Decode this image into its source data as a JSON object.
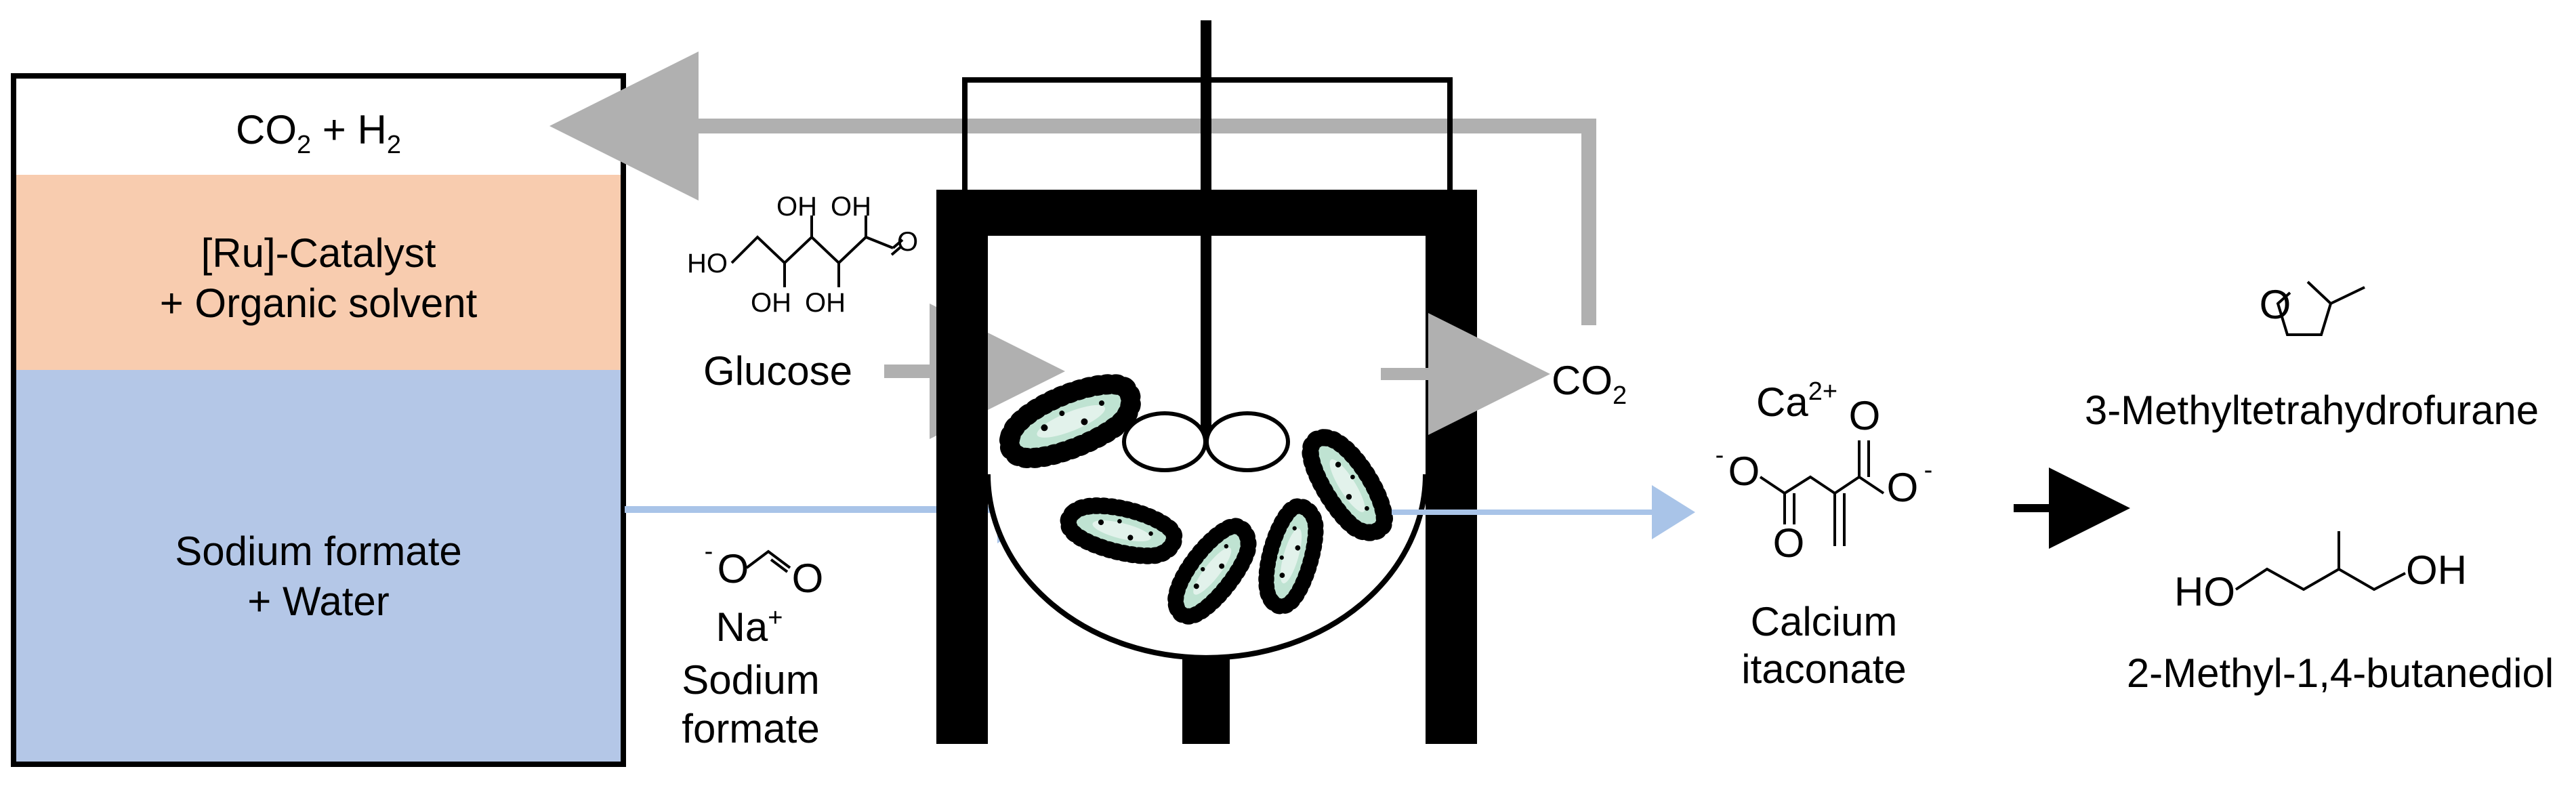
{
  "tank": {
    "gas_layer": "CO",
    "gas_sub": "2",
    "gas_plus": " + H",
    "h2_sub": "2",
    "catalyst_line1": "[Ru]-Catalyst",
    "catalyst_line2": "+ Organic solvent",
    "aqueous_line1": "Sodium formate",
    "aqueous_line2": "+ Water"
  },
  "glucose": {
    "label": "Glucose",
    "oh_labels": [
      "OH",
      "OH",
      "HO",
      "OH",
      "OH"
    ]
  },
  "formate": {
    "anion_minus": "-",
    "o_left": "O",
    "o_right": "O",
    "cation": "Na",
    "cation_plus": "+",
    "name_line1": "Sodium",
    "name_line2": "formate"
  },
  "co2_out": {
    "label": "CO",
    "sub": "2"
  },
  "itaconate": {
    "cation": "Ca",
    "cation_charge": "2+",
    "o_labels": [
      "O",
      "O",
      "O",
      "O"
    ],
    "minus": "-",
    "name_line1": "Calcium",
    "name_line2": "itaconate"
  },
  "products": {
    "mthf_ring_o": "O",
    "mthf_name": "3-Methyltetrahydrofurane",
    "diol_ho": "HO",
    "diol_oh": "OH",
    "diol_name": "2-Methyl-1,4-butanediol"
  },
  "colors": {
    "gas": "#ffffff",
    "catalyst": "#f8ccaf",
    "aqueous": "#b4c7e7",
    "gray_arrow": "#b0b0b0",
    "blue_arrow": "#a9c4e8",
    "cell_fill": "#bfe3d2"
  }
}
